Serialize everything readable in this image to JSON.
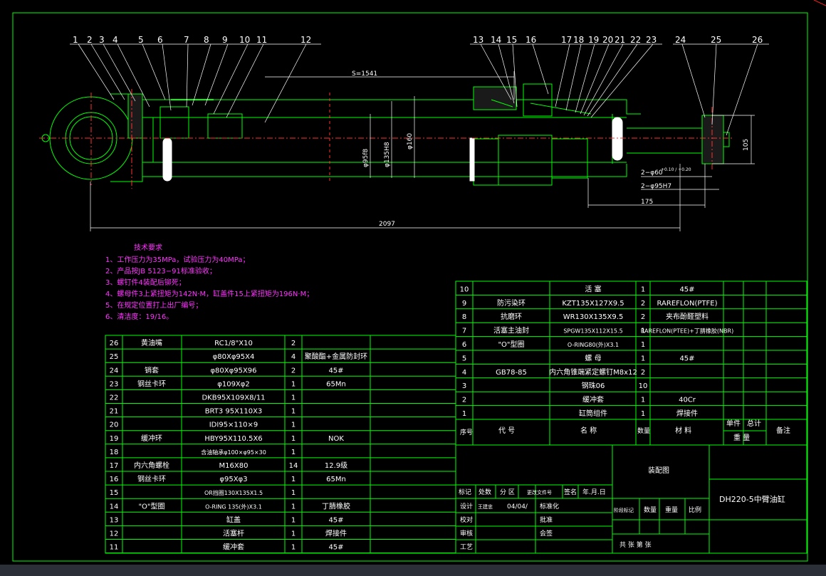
{
  "balloons": [
    "1",
    "2",
    "3",
    "4",
    "5",
    "6",
    "7",
    "8",
    "9",
    "10",
    "11",
    "12",
    "13",
    "14",
    "15",
    "16",
    "17",
    "18",
    "19",
    "20",
    "21",
    "22",
    "23",
    "24",
    "25",
    "26"
  ],
  "dims": {
    "stroke": "S=1541",
    "overall": "2097",
    "d175": "175",
    "dia1": "φ95f8",
    "dia2": "φ135H8",
    "dia3": "φ160",
    "pin1": "2−φ60",
    "pin1_tol": "+0.10 / +0.20",
    "pin2": "2−φ95H7",
    "w105": "105"
  },
  "notes": {
    "title": "技术要求",
    "lines": [
      "1、工作压力为35MPa，试验压力为40MPa；",
      "2、产品按JB 5123−91标准验收；",
      "3、螺钉件4装配后铆死；",
      "4、螺母件3上紧扭矩为142N·M，缸盖件15上紧扭矩为196N·M；",
      "5、在规定位置打上出厂编号；",
      "6、清洁度：19/16。"
    ]
  },
  "bom_left": [
    [
      "26",
      "黄油嘴",
      "RC1/8\"X10",
      "2",
      ""
    ],
    [
      "25",
      "",
      "φ80Xφ95X4",
      "4",
      "聚酸酯+金属防封环"
    ],
    [
      "24",
      "销套",
      "φ80Xφ95X96",
      "2",
      "45#"
    ],
    [
      "23",
      "钢丝卡环",
      "φ109Xφ2",
      "1",
      "65Mn"
    ],
    [
      "22",
      "",
      "DKB95X109X8/11",
      "1",
      ""
    ],
    [
      "21",
      "",
      "BRT3 95X110X3",
      "1",
      ""
    ],
    [
      "20",
      "",
      "IDI95×110×9",
      "1",
      ""
    ],
    [
      "19",
      "缓冲环",
      "HBY95X110.5X6",
      "1",
      "NOK"
    ],
    [
      "18",
      "",
      "含油轴承φ100×φ95×30",
      "1",
      ""
    ],
    [
      "17",
      "内六角螺栓",
      "M16X80",
      "14",
      "12.9级"
    ],
    [
      "16",
      "钢丝卡环",
      "φ95Xφ3",
      "1",
      "65Mn"
    ],
    [
      "15",
      "",
      "OR挡圈130X135X1.5",
      "1",
      ""
    ],
    [
      "14",
      "\"O\"型圈",
      "O-RING 135(外)X3.1",
      "1",
      "丁腈橡胶"
    ],
    [
      "13",
      "",
      "缸盖",
      "1",
      "45#"
    ],
    [
      "12",
      "",
      "活塞杆",
      "1",
      "焊接件"
    ],
    [
      "11",
      "",
      "缓冲套",
      "1",
      "45#"
    ]
  ],
  "bom_right": [
    [
      "10",
      "",
      "活  塞",
      "1",
      "45#"
    ],
    [
      "9",
      "防污染环",
      "KZT135X127X9.5",
      "2",
      "RAREFLON(PTFE)"
    ],
    [
      "8",
      "抗磨环",
      "WR130X135X9.5",
      "2",
      "夹布酚醛塑料"
    ],
    [
      "7",
      "活塞主油封",
      "SPGW135X112X15.5",
      "1",
      "RAREFLON(PTEE)+丁腈橡胶(NBR)"
    ],
    [
      "6",
      "\"O\"型圈",
      "O-RING80(外)X3.1",
      "1",
      ""
    ],
    [
      "5",
      "",
      "螺  母",
      "1",
      "45#"
    ],
    [
      "4",
      "GB78-85",
      "内六角锥端紧定螺钉M8x12",
      "2",
      ""
    ],
    [
      "3",
      "",
      "钢珠06",
      "10",
      ""
    ],
    [
      "2",
      "",
      "缓冲套",
      "1",
      "40Cr"
    ],
    [
      "1",
      "",
      "缸筒组件",
      "1",
      "焊接件"
    ]
  ],
  "bom_header": {
    "seq": "序号",
    "code": "代  号",
    "name": "名  称",
    "qty": "数量",
    "material": "材  料",
    "unit": "单件",
    "total": "总计",
    "weight": "重  量",
    "remark": "备注"
  },
  "title_block": {
    "assembly": "装配图",
    "drawing_name": "DH220-5中臂油缸",
    "row1": [
      "标记",
      "处数",
      "分 区",
      "更改文件号",
      "签名",
      "年.月.日"
    ],
    "design": "设计",
    "design_sig": "王建忠",
    "date": "04/04/",
    "std": "标准化",
    "check": "校对",
    "approve_lbl": "批准",
    "review": "审核",
    "sign_lbl": "会签",
    "process": "工艺",
    "stage": "阶段标记",
    "qty": "数量",
    "weight": "重量",
    "scale": "比例",
    "sheets": "共   张   第   张"
  }
}
